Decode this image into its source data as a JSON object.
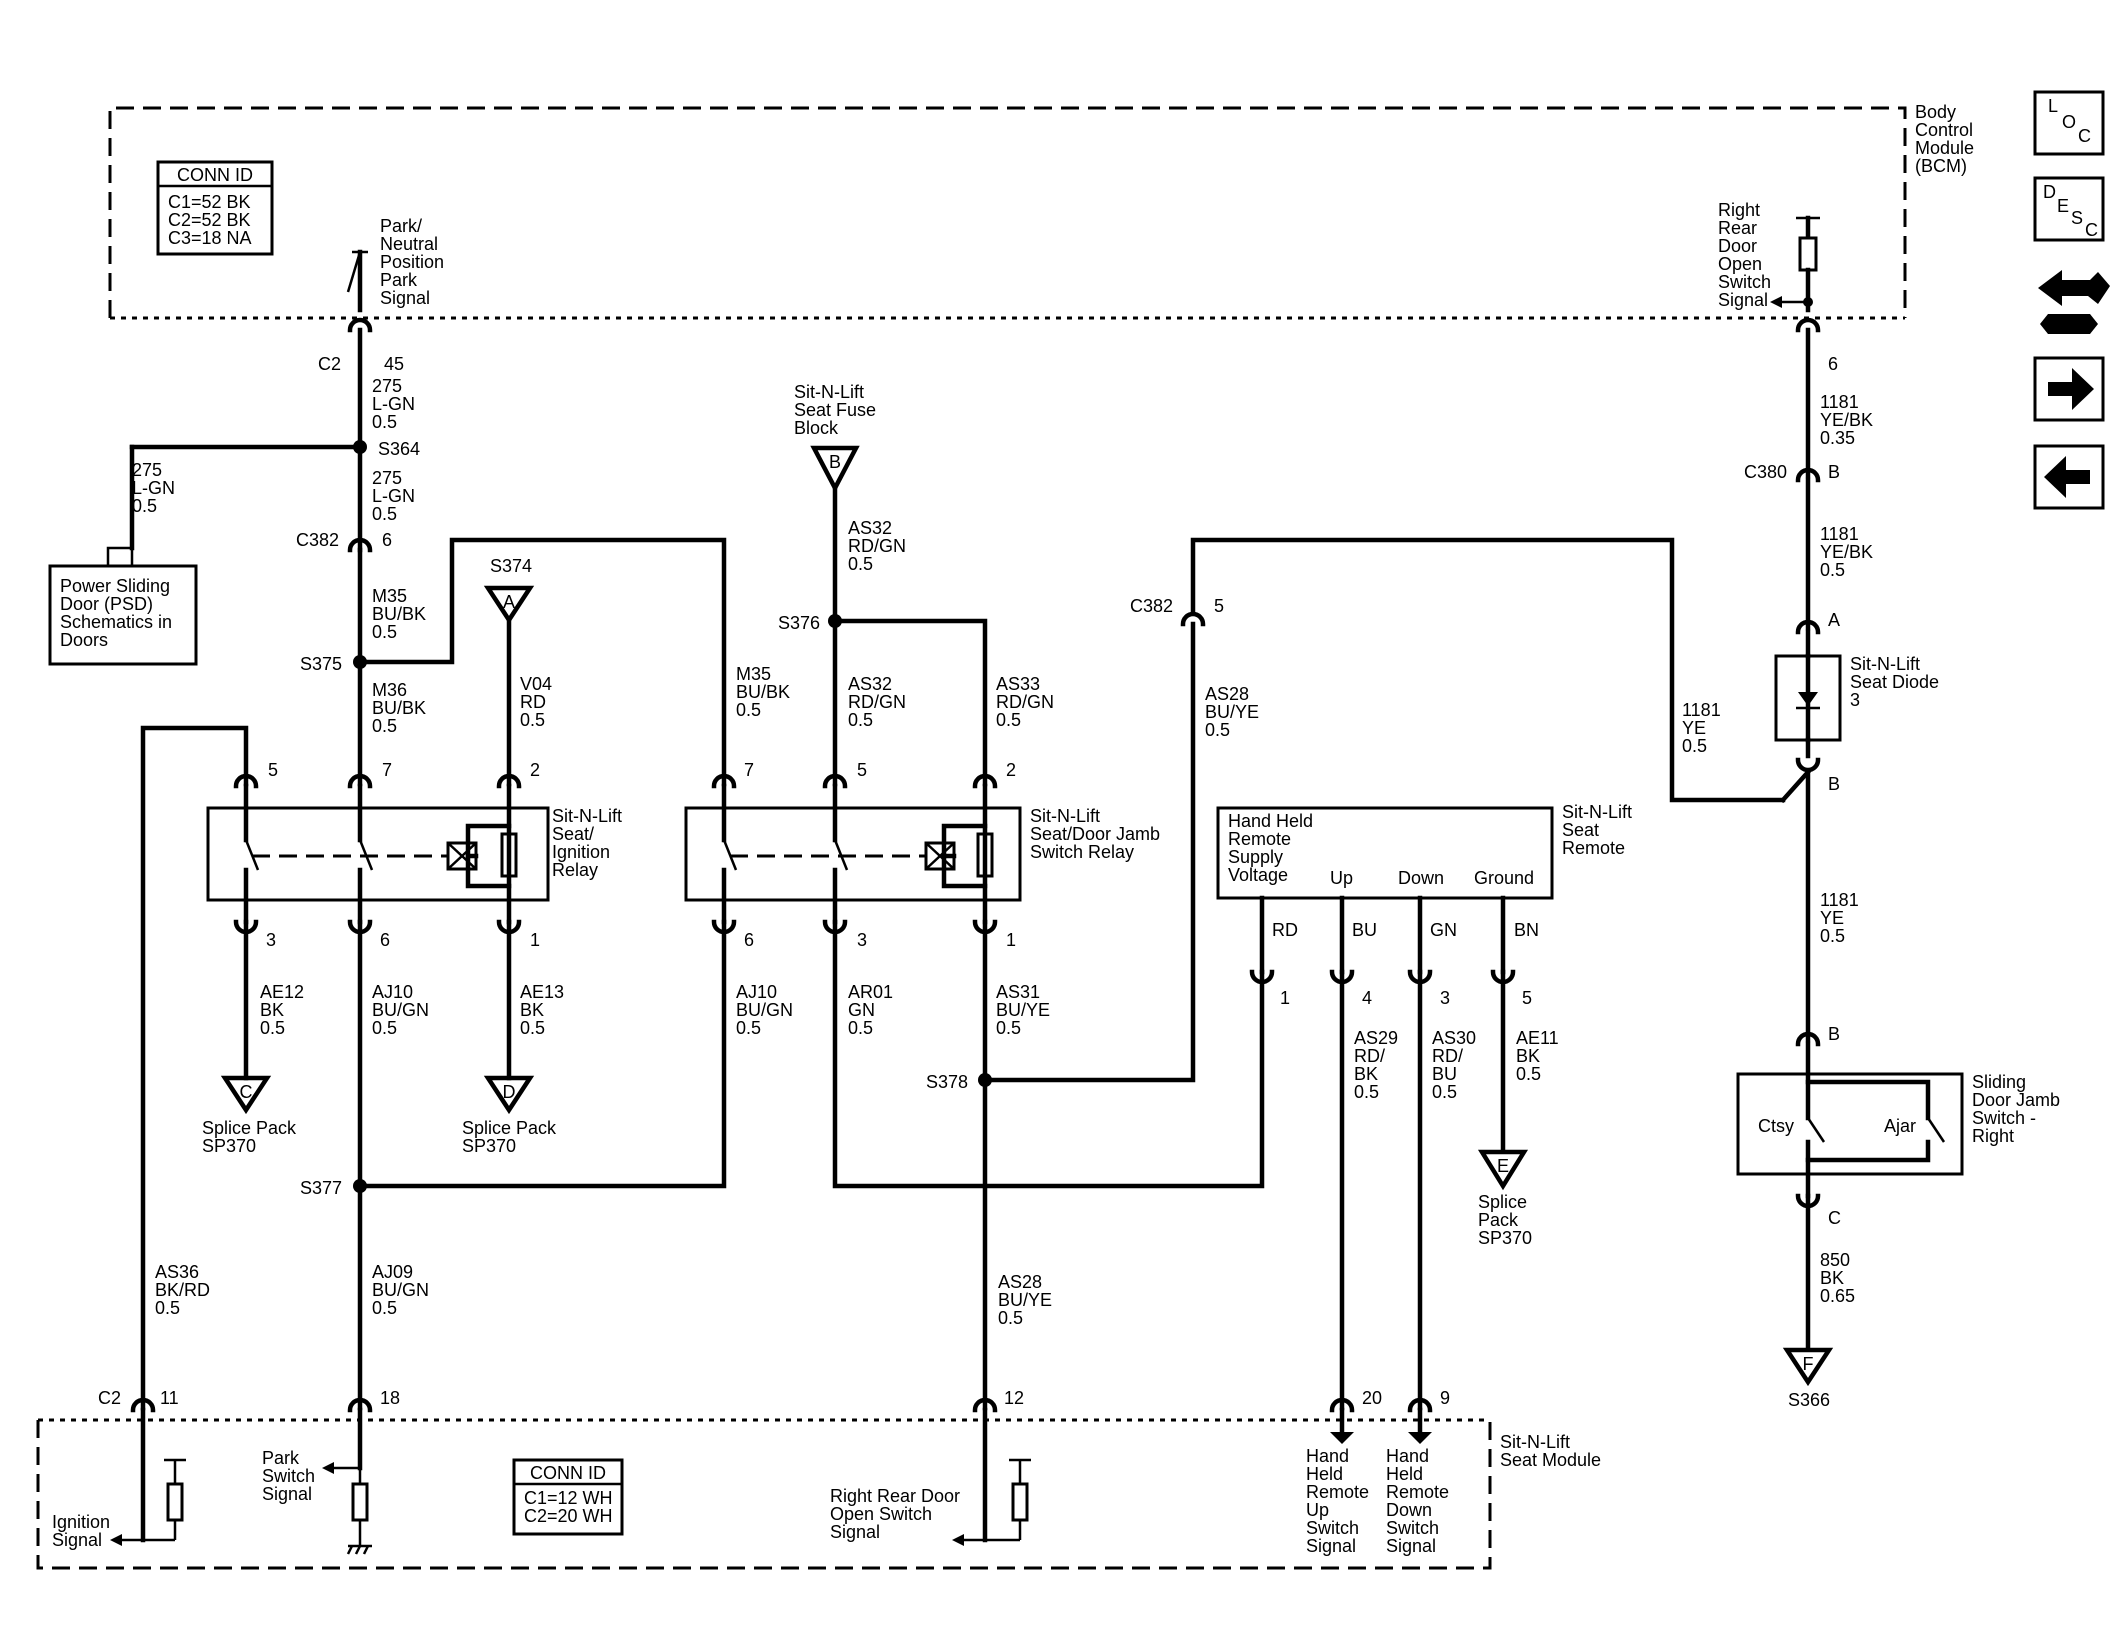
{
  "modules": {
    "bcm": "Body Control Module (BCM)",
    "seat_module": "Sit-N-Lift Seat Module",
    "seat_remote": "Sit-N-Lift Seat Remote",
    "ign_relay": "Sit-N-Lift Seat/ Ignition Relay",
    "jamb_relay": "Sit-N-Lift Seat/Door Jamb Switch Relay",
    "diode": "Sit-N-Lift Seat Diode 3",
    "jamb_switch": "Sliding Door Jamb Switch - Right",
    "fuse_block": "Sit-N-Lift Seat Fuse Block",
    "psd": "Power Sliding Door (PSD) Schematics in Doors"
  },
  "conn_bcm": {
    "title": "CONN ID",
    "lines": [
      "C1=52 BK",
      "C2=52 BK",
      "C3=18 NA"
    ]
  },
  "conn_seat": {
    "title": "CONN ID",
    "lines": [
      "C1=12 WH",
      "C2=20 WH"
    ]
  },
  "signals": {
    "park_neutral": "Park/ Neutral Position Park Signal",
    "rr_door_bcm": "Right Rear Door Open Switch Signal",
    "ignition": "Ignition Signal",
    "park_switch": "Park Switch Signal",
    "rr_door_seat": "Right Rear Door Open Switch Signal",
    "remote_up": "Hand Held Remote Up Switch Signal",
    "remote_down": "Hand Held Remote Down Switch Signal"
  },
  "remote": {
    "supply": "Hand Held Remote Supply Voltage",
    "up": "Up",
    "down": "Down",
    "ground": "Ground"
  },
  "switch_labels": {
    "ctsy": "Ctsy",
    "ajar": "Ajar"
  },
  "connectors": {
    "c2_top": "C2",
    "c2_top_pin": "45",
    "bcm_pin6": "6",
    "c380": "C380",
    "c380_pin": "B",
    "c382_a": "C382",
    "c382_a_pin": "6",
    "c382_b": "C382",
    "c382_b_pin": "5",
    "c2_bot": "C2",
    "c2_pin11": "11",
    "c2_pin18": "18",
    "c2_pin12": "12",
    "c2_pin20": "20",
    "c2_pin9": "9",
    "diode_a": "A",
    "diode_b": "B",
    "jamb_b": "B",
    "jamb_c": "C",
    "r1_p5": "5",
    "r1_p7": "7",
    "r1_p2": "2",
    "r1_p3": "3",
    "r1_p6": "6",
    "r1_p1": "1",
    "r2_p7": "7",
    "r2_p5": "5",
    "r2_p2": "2",
    "r2_p6": "6",
    "r2_p3": "3",
    "r2_p1": "1",
    "rem_p1": "1",
    "rem_p4": "4",
    "rem_p3": "3",
    "rem_p5": "5"
  },
  "splices": {
    "s364": "S364",
    "s374": "S374",
    "s375": "S375",
    "s376": "S376",
    "s377": "S377",
    "s378": "S378",
    "s366": "S366"
  },
  "refs": {
    "a": "A",
    "b": "B",
    "c": "C",
    "d": "D",
    "e": "E",
    "f": "F",
    "splice_pack_c": "Splice Pack SP370",
    "splice_pack_d": "Splice Pack SP370",
    "splice_pack_e": "Splice Pack SP370"
  },
  "wires": {
    "w275a": [
      "275",
      "L-GN",
      "0.5"
    ],
    "w275b": [
      "275",
      "L-GN",
      "0.5"
    ],
    "w275c": [
      "275",
      "L-GN",
      "0.5"
    ],
    "m35a": [
      "M35",
      "BU/BK",
      "0.5"
    ],
    "m36": [
      "M36",
      "BU/BK",
      "0.5"
    ],
    "v04": [
      "V04",
      "RD",
      "0.5"
    ],
    "m35b": [
      "M35",
      "BU/BK",
      "0.5"
    ],
    "as32a": [
      "AS32",
      "RD/GN",
      "0.5"
    ],
    "as32b": [
      "AS32",
      "RD/GN",
      "0.5"
    ],
    "as33": [
      "AS33",
      "RD/GN",
      "0.5"
    ],
    "as28a": [
      "AS28",
      "BU/YE",
      "0.5"
    ],
    "w1181a": [
      "1181",
      "YE/BK",
      "0.35"
    ],
    "w1181b": [
      "1181",
      "YE/BK",
      "0.5"
    ],
    "w1181c": [
      "1181",
      "YE",
      "0.5"
    ],
    "w1181d": [
      "1181",
      "YE",
      "0.5"
    ],
    "ae12": [
      "AE12",
      "BK",
      "0.5"
    ],
    "aj10a": [
      "AJ10",
      "BU/GN",
      "0.5"
    ],
    "ae13": [
      "AE13",
      "BK",
      "0.5"
    ],
    "aj10b": [
      "AJ10",
      "BU/GN",
      "0.5"
    ],
    "ar01": [
      "AR01",
      "GN",
      "0.5"
    ],
    "as31": [
      "AS31",
      "BU/YE",
      "0.5"
    ],
    "as36": [
      "AS36",
      "BK/RD",
      "0.5"
    ],
    "aj09": [
      "AJ09",
      "BU/GN",
      "0.5"
    ],
    "as28b": [
      "AS28",
      "BU/YE",
      "0.5"
    ],
    "as29": [
      "AS29",
      "RD/",
      "BK",
      "0.5"
    ],
    "as30": [
      "AS30",
      "RD/",
      "BU",
      "0.5"
    ],
    "ae11": [
      "AE11",
      "BK",
      "0.5"
    ],
    "w850": [
      "850",
      "BK",
      "0.65"
    ],
    "rem_rd": "RD",
    "rem_bu": "BU",
    "rem_gn": "GN",
    "rem_bn": "BN"
  },
  "nav": {
    "loc": [
      "L",
      "O",
      "C"
    ],
    "desc": [
      "D",
      "E",
      "S",
      "C"
    ],
    "conn_icon": "connector-icon",
    "next_icon": "arrow-right-icon",
    "prev_icon": "arrow-left-icon"
  }
}
